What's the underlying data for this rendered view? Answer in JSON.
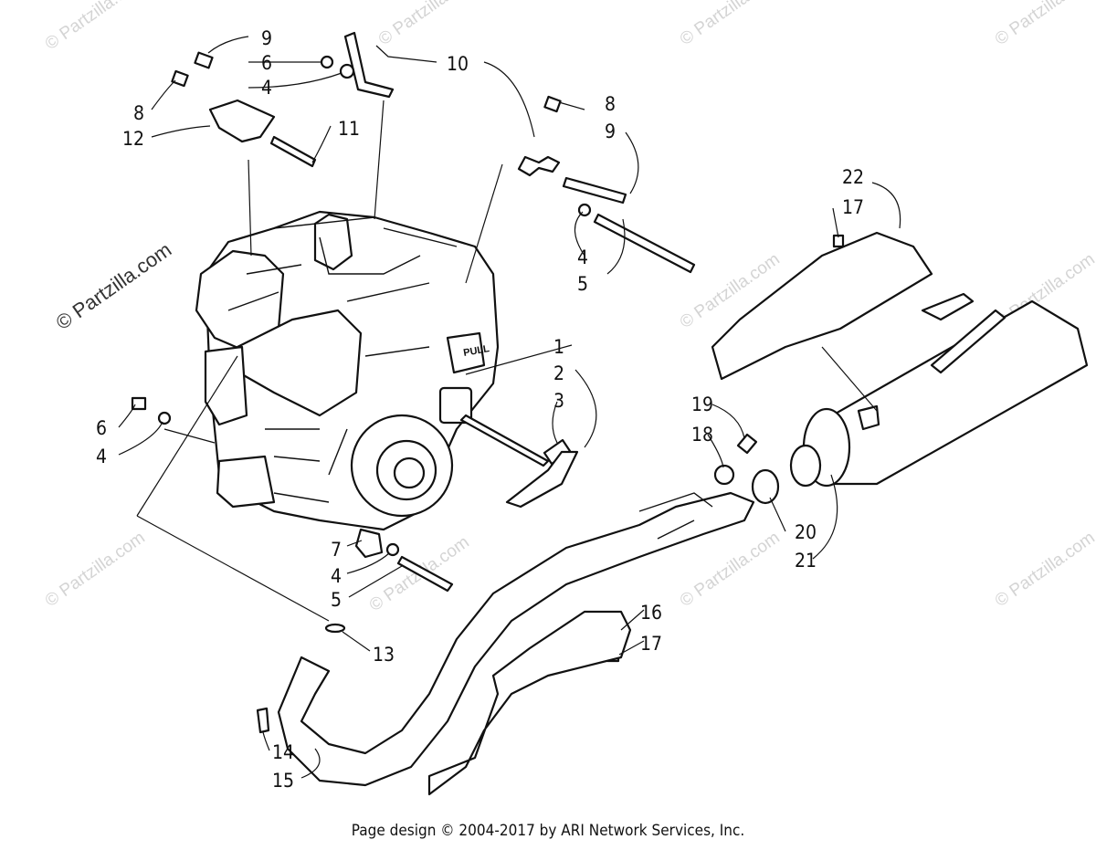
{
  "watermark": {
    "text": "© Partzilla.com",
    "side_text": "© Partzilla.com"
  },
  "callouts": {
    "c1": "1",
    "c2": "2",
    "c3": "3",
    "c4a": "4",
    "c4b": "4",
    "c4c": "4",
    "c4d": "4",
    "c5a": "5",
    "c5b": "5",
    "c6a": "6",
    "c6b": "6",
    "c7": "7",
    "c8a": "8",
    "c8b": "8",
    "c9a": "9",
    "c9b": "9",
    "c10": "10",
    "c11": "11",
    "c12": "12",
    "c13": "13",
    "c14": "14",
    "c15": "15",
    "c16": "16",
    "c17a": "17",
    "c17b": "17",
    "c18": "18",
    "c19": "19",
    "c20": "20",
    "c21": "21",
    "c22": "22"
  },
  "engine_label": "PULL",
  "footer": {
    "text": "Page design © 2004-2017 by ARI Network Services, Inc."
  }
}
